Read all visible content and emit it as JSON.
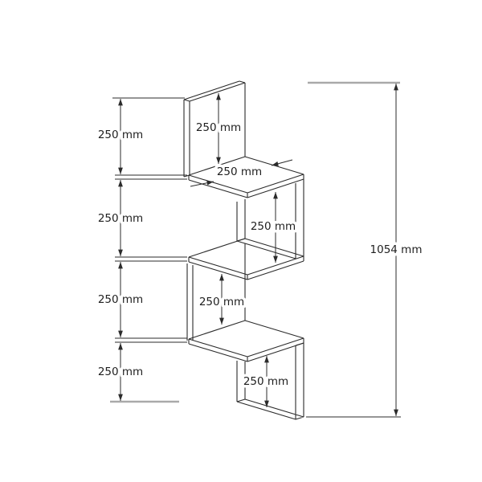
{
  "figure": {
    "type": "technical-drawing",
    "description": "zigzag corner wall shelf, isometric projection with dimension lines"
  },
  "dimensions": {
    "left": [
      "250 mm",
      "250 mm",
      "250 mm",
      "250 mm"
    ],
    "inner": [
      "250 mm",
      "250 mm",
      "250 mm",
      "250 mm"
    ],
    "shelf_depth": "250 mm",
    "overall_height": "1054 mm"
  },
  "colors": {
    "background": "#ffffff",
    "drawing_line": "#2b2b2b",
    "text": "#1f1f1f",
    "reference_line": "#a9a9a9"
  }
}
